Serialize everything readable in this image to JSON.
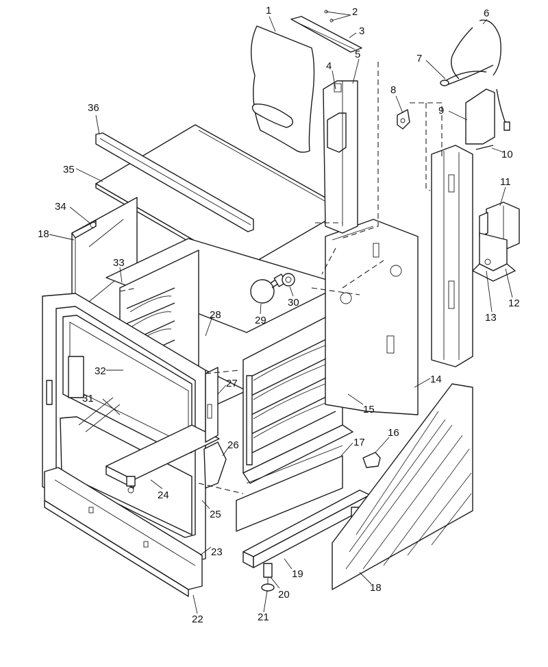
{
  "callouts": [
    {
      "id": "1",
      "label": "1"
    },
    {
      "id": "2",
      "label": "2"
    },
    {
      "id": "3",
      "label": "3"
    },
    {
      "id": "4",
      "label": "4"
    },
    {
      "id": "5",
      "label": "5"
    },
    {
      "id": "6",
      "label": "6"
    },
    {
      "id": "7",
      "label": "7"
    },
    {
      "id": "8",
      "label": "8"
    },
    {
      "id": "9",
      "label": "9"
    },
    {
      "id": "10",
      "label": "10"
    },
    {
      "id": "11",
      "label": "11"
    },
    {
      "id": "12",
      "label": "12"
    },
    {
      "id": "13",
      "label": "13"
    },
    {
      "id": "14",
      "label": "14"
    },
    {
      "id": "15",
      "label": "15"
    },
    {
      "id": "16",
      "label": "16"
    },
    {
      "id": "17",
      "label": "17"
    },
    {
      "id": "18a",
      "label": "18"
    },
    {
      "id": "18b",
      "label": "18"
    },
    {
      "id": "19",
      "label": "19"
    },
    {
      "id": "20",
      "label": "20"
    },
    {
      "id": "21",
      "label": "21"
    },
    {
      "id": "22",
      "label": "22"
    },
    {
      "id": "23",
      "label": "23"
    },
    {
      "id": "24",
      "label": "24"
    },
    {
      "id": "25",
      "label": "25"
    },
    {
      "id": "26",
      "label": "26"
    },
    {
      "id": "27",
      "label": "27"
    },
    {
      "id": "28",
      "label": "28"
    },
    {
      "id": "29",
      "label": "29"
    },
    {
      "id": "30",
      "label": "30"
    },
    {
      "id": "31",
      "label": "31"
    },
    {
      "id": "32",
      "label": "32"
    },
    {
      "id": "33",
      "label": "33"
    },
    {
      "id": "34",
      "label": "34"
    },
    {
      "id": "35",
      "label": "35"
    },
    {
      "id": "36",
      "label": "36"
    }
  ]
}
